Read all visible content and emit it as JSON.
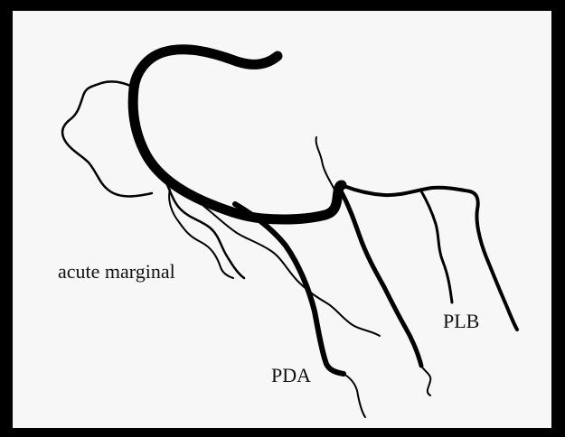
{
  "diagram": {
    "colors": {
      "frame": "#000000",
      "background": "#f7f7f7",
      "vessel": "#000000",
      "text": "#111111"
    },
    "labels": {
      "acute_marginal": "acute marginal",
      "pda": "PDA",
      "plb": "PLB"
    }
  }
}
